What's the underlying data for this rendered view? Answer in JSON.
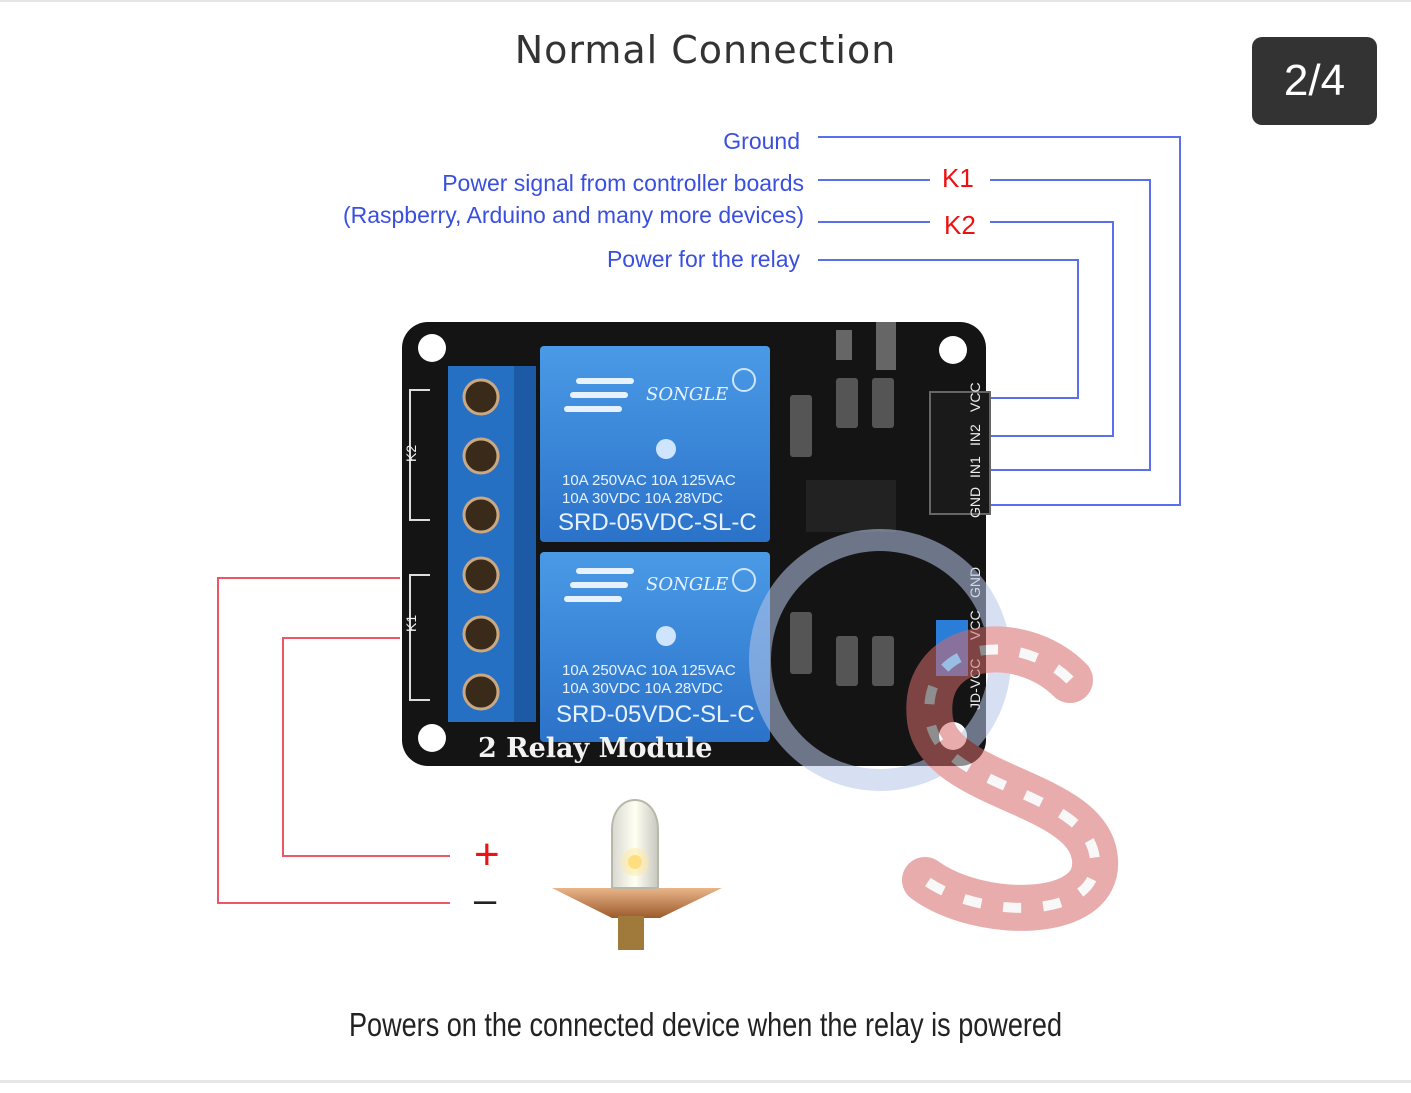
{
  "viewer": {
    "counter": "2/4"
  },
  "diagram": {
    "title": "Normal Connection",
    "labels": {
      "ground": "Ground",
      "power_signal_line1": "Power signal from controller boards",
      "power_signal_line2": "(Raspberry, Arduino and many more devices)",
      "power_relay": "Power for the relay",
      "k1": "K1",
      "k2": "K2",
      "plus": "+",
      "minus": "–"
    },
    "module_label": "2 Relay Module",
    "relay_brand": "SONGLE",
    "relay_model": "SRD-05VDC-SL-C",
    "relay_ratings": [
      "10A 250VAC  10A 125VAC",
      "10A 30VDC  10A 28VDC"
    ],
    "pin_labels": [
      "VCC",
      "IN2",
      "IN1",
      "GND"
    ],
    "jumper_labels": [
      "JD-VCC",
      "VCC",
      "GND"
    ],
    "terminal_labels": [
      "K2",
      "K1"
    ],
    "caption": "Powers on the connected device when the relay is powered",
    "colors": {
      "wire_blue": "#3a4fe0",
      "wire_red": "#ee3344",
      "relay_blue": "#2f7fd6",
      "pcb_black": "#111111",
      "terminal_blue": "#1f6fc4"
    }
  }
}
